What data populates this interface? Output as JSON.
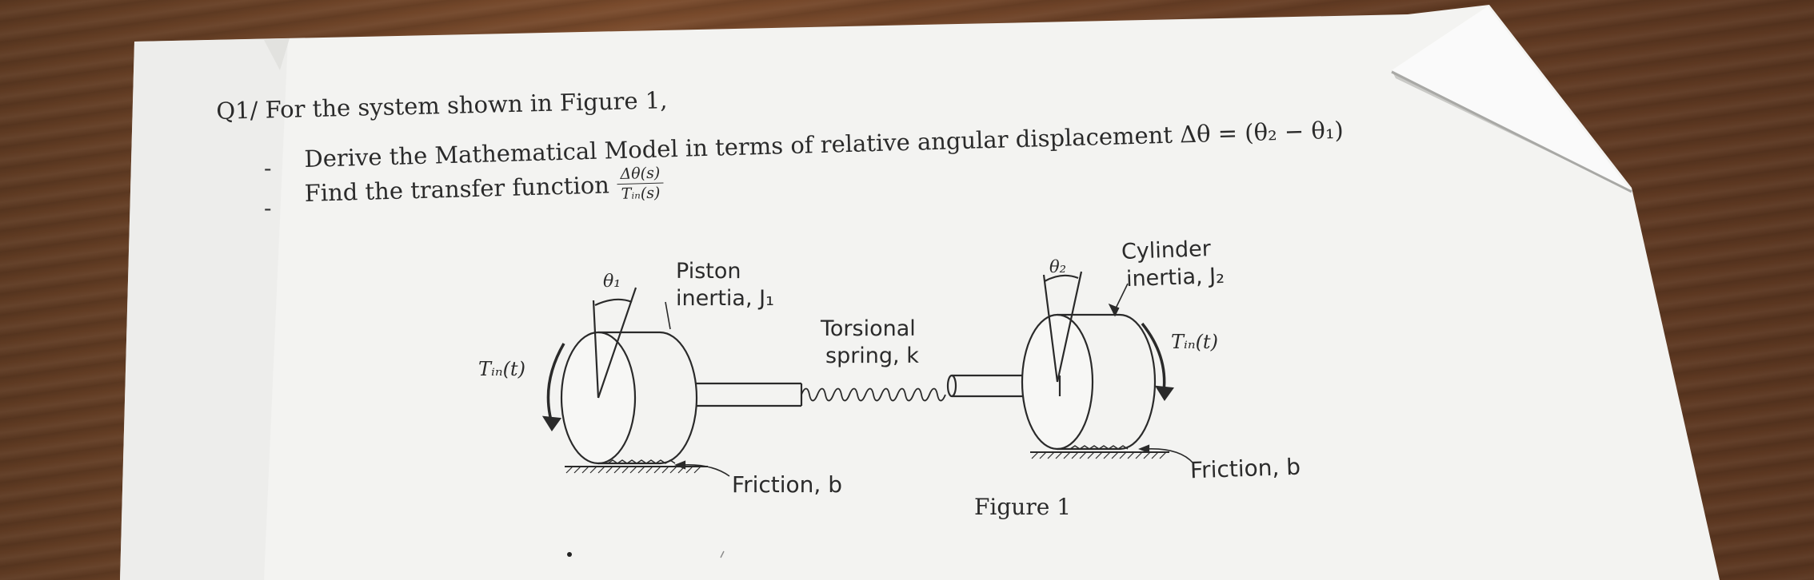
{
  "question": {
    "heading": "Q1/ For the system shown in Figure 1,",
    "bullets": [
      "Derive the Mathematical Model in terms of relative angular displacement Δθ = (θ₂ − θ₁)",
      "Find the transfer function"
    ],
    "fraction_numerator": "Δθ(s)",
    "fraction_denominator": "Tᵢₙ(s)",
    "dash": "-"
  },
  "figure": {
    "caption": "Figure 1",
    "left_torque": "Tᵢₙ(t)",
    "right_torque": "Tᵢₙ(t)",
    "theta1": "θ₁",
    "theta2": "θ₂",
    "piston_line1": "Piston",
    "piston_line2": "inertia, J₁",
    "cylinder_line1": "Cylinder",
    "cylinder_line2": "inertia, J₂",
    "spring_line1": "Torsional",
    "spring_line2": "spring, k",
    "friction_left": "Friction, b",
    "friction_right": "Friction, b"
  },
  "colors": {
    "table_wood": "#6e4428",
    "paper": "#f4f4f2",
    "ink": "#2a2a2a"
  }
}
